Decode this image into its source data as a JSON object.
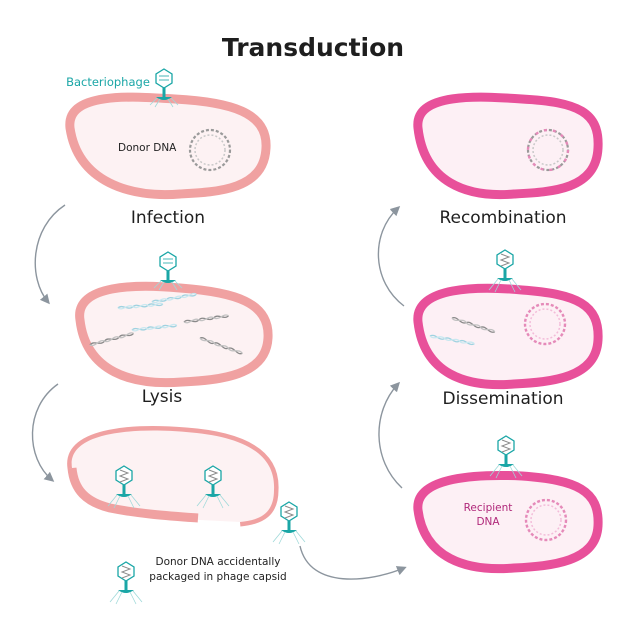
{
  "title": "Transduction",
  "labels": {
    "bacteriophage": "Bacteriophage",
    "donor_dna": "Donor DNA",
    "recipient_dna_line1": "Recipient",
    "recipient_dna_line2": "DNA",
    "caption_line1": "Donor DNA accidentally",
    "caption_line2": "packaged in phage capsid"
  },
  "steps": {
    "infection": "Infection",
    "lysis": "Lysis",
    "recombination": "Recombination",
    "dissemination": "Dissemination"
  },
  "colors": {
    "donor_cell_wall": "#f0a1a1",
    "donor_cell_interior": "#fdf2f3",
    "recipient_cell_wall": "#e8509a",
    "recipient_cell_interior": "#fdf0f5",
    "phage_teal": "#1aa6a6",
    "arrow": "#8c959e",
    "donor_dna": "#9a9a9a",
    "recipient_dna": "#e58ab9"
  }
}
